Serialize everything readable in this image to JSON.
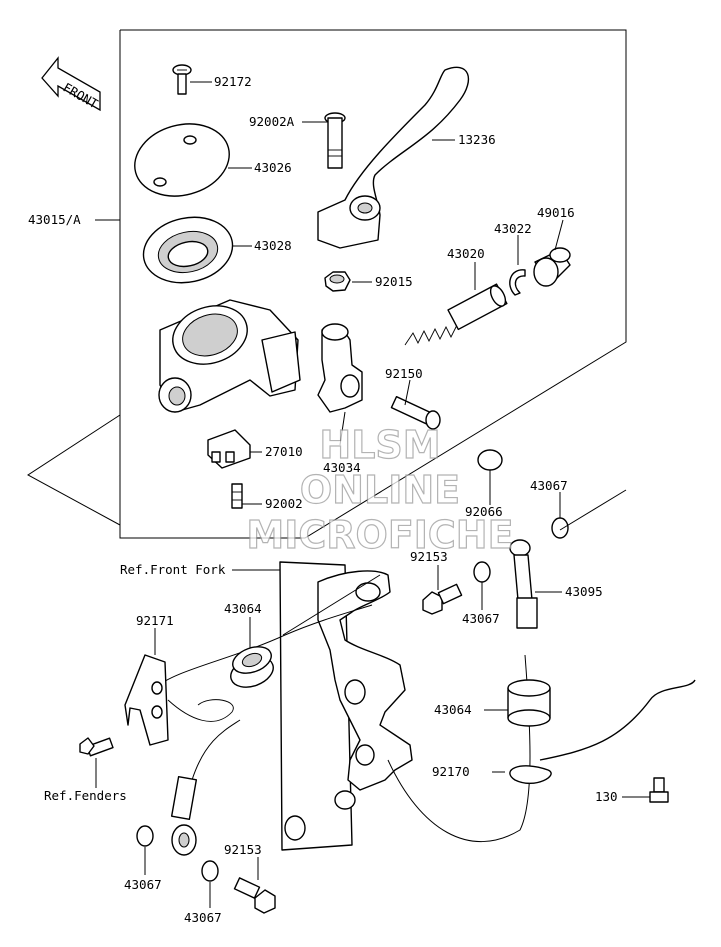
{
  "front_label": "FRONT",
  "watermark": [
    "HLSM",
    "ONLINE",
    "MICROFICHE"
  ],
  "callouts": {
    "p92172": "92172",
    "p92002A": "92002A",
    "p13236": "13236",
    "p43026": "43026",
    "p43015A": "43015/A",
    "p43028": "43028",
    "p49016": "49016",
    "p43022": "43022",
    "p43020": "43020",
    "p92015": "92015",
    "p92150": "92150",
    "p27010": "27010",
    "p43034": "43034",
    "p92066": "92066",
    "p92002": "92002",
    "p43067_a": "43067",
    "p92153_a": "92153",
    "p43095": "43095",
    "p43067_b": "43067",
    "ref_front_fork": "Ref.Front Fork",
    "p43064_a": "43064",
    "p92171": "92171",
    "p43064_b": "43064",
    "p92170": "92170",
    "p130": "130",
    "ref_fenders": "Ref.Fenders",
    "p92153_b": "92153",
    "p43067_c": "43067",
    "p43067_d": "43067"
  }
}
